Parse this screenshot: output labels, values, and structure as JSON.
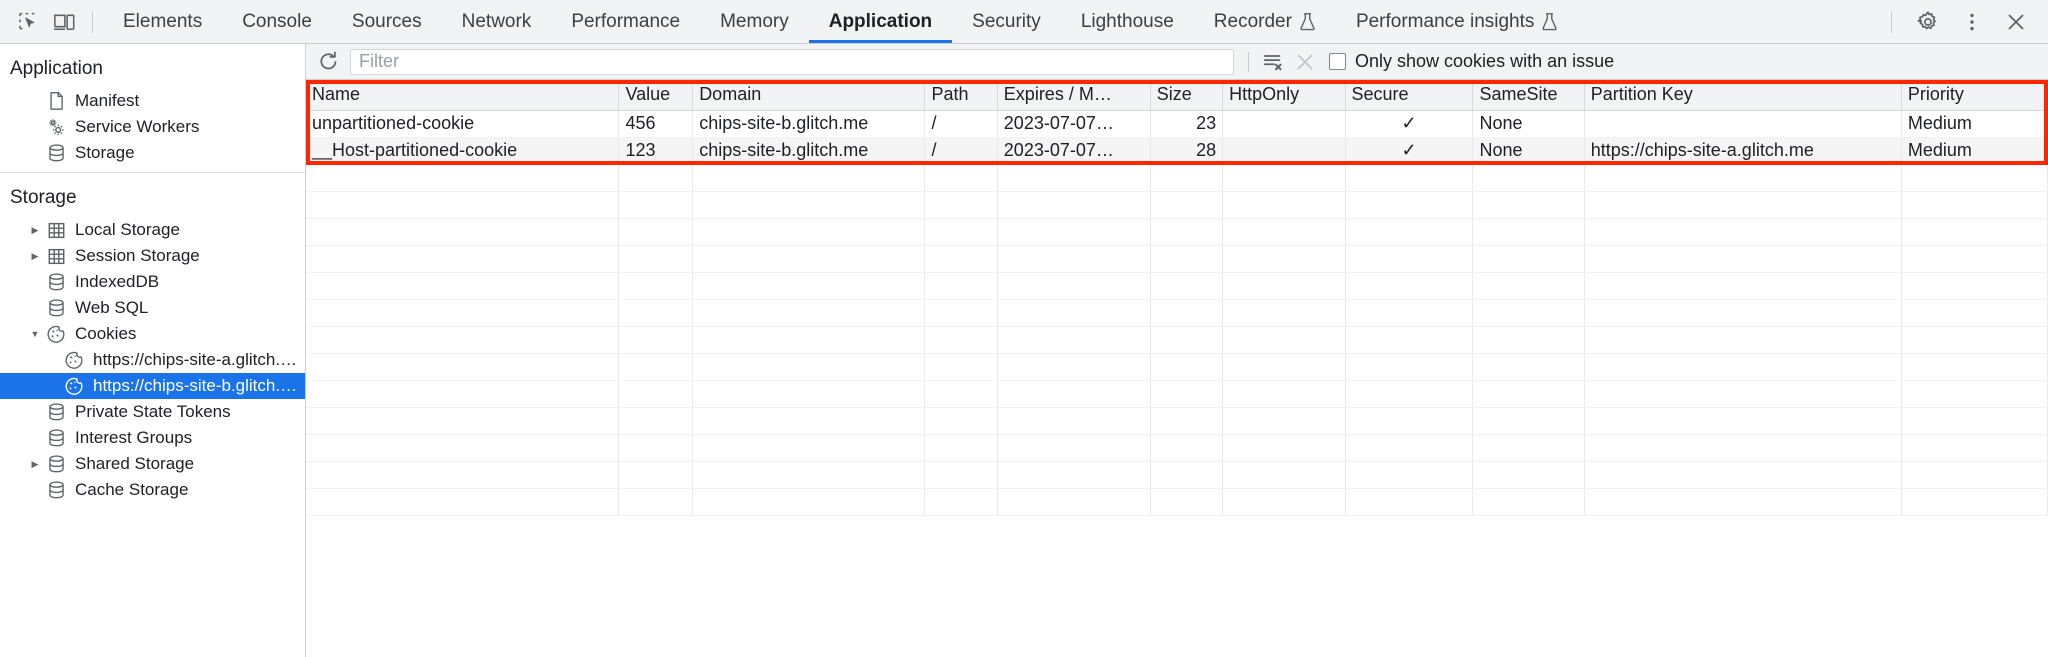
{
  "toolbar": {
    "inspect_icon": "inspect-element-icon",
    "device_icon": "device-toolbar-icon",
    "tabs": [
      {
        "label": "Elements",
        "selected": false,
        "experimental": false
      },
      {
        "label": "Console",
        "selected": false,
        "experimental": false
      },
      {
        "label": "Sources",
        "selected": false,
        "experimental": false
      },
      {
        "label": "Network",
        "selected": false,
        "experimental": false
      },
      {
        "label": "Performance",
        "selected": false,
        "experimental": false
      },
      {
        "label": "Memory",
        "selected": false,
        "experimental": false
      },
      {
        "label": "Application",
        "selected": true,
        "experimental": false
      },
      {
        "label": "Security",
        "selected": false,
        "experimental": false
      },
      {
        "label": "Lighthouse",
        "selected": false,
        "experimental": false
      },
      {
        "label": "Recorder",
        "selected": false,
        "experimental": true
      },
      {
        "label": "Performance insights",
        "selected": false,
        "experimental": true
      }
    ],
    "settings_icon": "gear-icon",
    "more_icon": "more-options-icon",
    "close_icon": "close-icon",
    "accent_color": "#1a73e8"
  },
  "sidebar": {
    "sections": [
      {
        "title": "Application",
        "items": [
          {
            "label": "Manifest",
            "icon": "document-icon",
            "indent": 1,
            "twisty": "none",
            "selected": false
          },
          {
            "label": "Service Workers",
            "icon": "gears-icon",
            "indent": 1,
            "twisty": "none",
            "selected": false
          },
          {
            "label": "Storage",
            "icon": "database-icon",
            "indent": 1,
            "twisty": "none",
            "selected": false
          }
        ]
      },
      {
        "title": "Storage",
        "items": [
          {
            "label": "Local Storage",
            "icon": "table-icon",
            "indent": 1,
            "twisty": "closed",
            "selected": false
          },
          {
            "label": "Session Storage",
            "icon": "table-icon",
            "indent": 1,
            "twisty": "closed",
            "selected": false
          },
          {
            "label": "IndexedDB",
            "icon": "database-icon",
            "indent": 1,
            "twisty": "none",
            "selected": false
          },
          {
            "label": "Web SQL",
            "icon": "database-icon",
            "indent": 1,
            "twisty": "none",
            "selected": false
          },
          {
            "label": "Cookies",
            "icon": "cookie-icon",
            "indent": 1,
            "twisty": "open",
            "selected": false
          },
          {
            "label": "https://chips-site-a.glitch.me",
            "icon": "cookie-icon",
            "indent": 2,
            "twisty": "none",
            "selected": false
          },
          {
            "label": "https://chips-site-b.glitch.me",
            "icon": "cookie-icon",
            "indent": 2,
            "twisty": "none",
            "selected": true
          },
          {
            "label": "Private State Tokens",
            "icon": "database-icon",
            "indent": 1,
            "twisty": "none",
            "selected": false
          },
          {
            "label": "Interest Groups",
            "icon": "database-icon",
            "indent": 1,
            "twisty": "none",
            "selected": false
          },
          {
            "label": "Shared Storage",
            "icon": "database-icon",
            "indent": 1,
            "twisty": "closed",
            "selected": false
          },
          {
            "label": "Cache Storage",
            "icon": "database-icon",
            "indent": 1,
            "twisty": "none",
            "selected": false
          }
        ]
      }
    ],
    "selected_color": "#1a73e8"
  },
  "filter_bar": {
    "refresh_icon": "refresh-icon",
    "filter_placeholder": "Filter",
    "filter_value": "",
    "clear_all_icon": "clear-all-cookies-icon",
    "clear_filtered_icon": "clear-filtered-cookies-icon",
    "checkbox_label": "Only show cookies with an issue",
    "checkbox_checked": false
  },
  "cookie_table": {
    "columns": [
      "Name",
      "Value",
      "Domain",
      "Path",
      "Expires / M…",
      "Size",
      "HttpOnly",
      "Secure",
      "SameSite",
      "Partition Key",
      "Priority"
    ],
    "rows": [
      {
        "name": "unpartitioned-cookie",
        "value": "456",
        "domain": "chips-site-b.glitch.me",
        "path": "/",
        "expires": "2023-07-07…",
        "size": "23",
        "http_only": "",
        "secure": "✓",
        "same_site": "None",
        "partition_key": "",
        "priority": "Medium"
      },
      {
        "name": "__Host-partitioned-cookie",
        "value": "123",
        "domain": "chips-site-b.glitch.me",
        "path": "/",
        "expires": "2023-07-07…",
        "size": "28",
        "http_only": "",
        "secure": "✓",
        "same_site": "None",
        "partition_key": "https://chips-site-a.glitch.me",
        "priority": "Medium"
      }
    ],
    "highlight_color": "#ff2600"
  }
}
